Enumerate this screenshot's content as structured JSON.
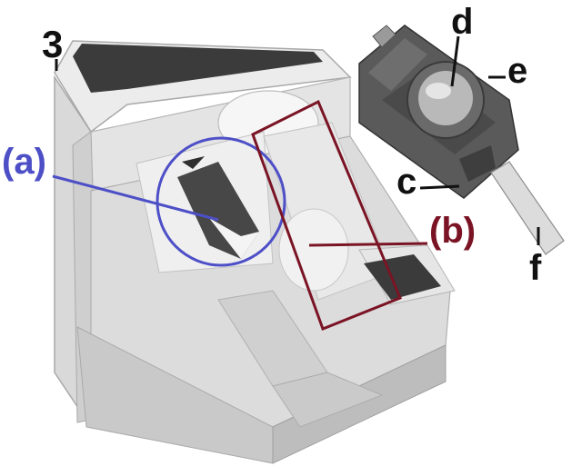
{
  "labels": {
    "n3": "3",
    "a": "(a)",
    "b": "(b)",
    "c": "c",
    "d": "d",
    "e": "e",
    "f": "f"
  },
  "colors": {
    "callout_a": "#4d4fc7",
    "callout_b": "#7a1424",
    "ink": "#111111",
    "body_light": "#e9e9e9",
    "body_mid": "#d2d2d2",
    "body_shadow": "#bdbdbd",
    "dark_pad": "#3b3b3b"
  },
  "icons": [
    "printhead-body-illustration",
    "cartridge-carrier-illustration",
    "guide-rod-illustration"
  ]
}
